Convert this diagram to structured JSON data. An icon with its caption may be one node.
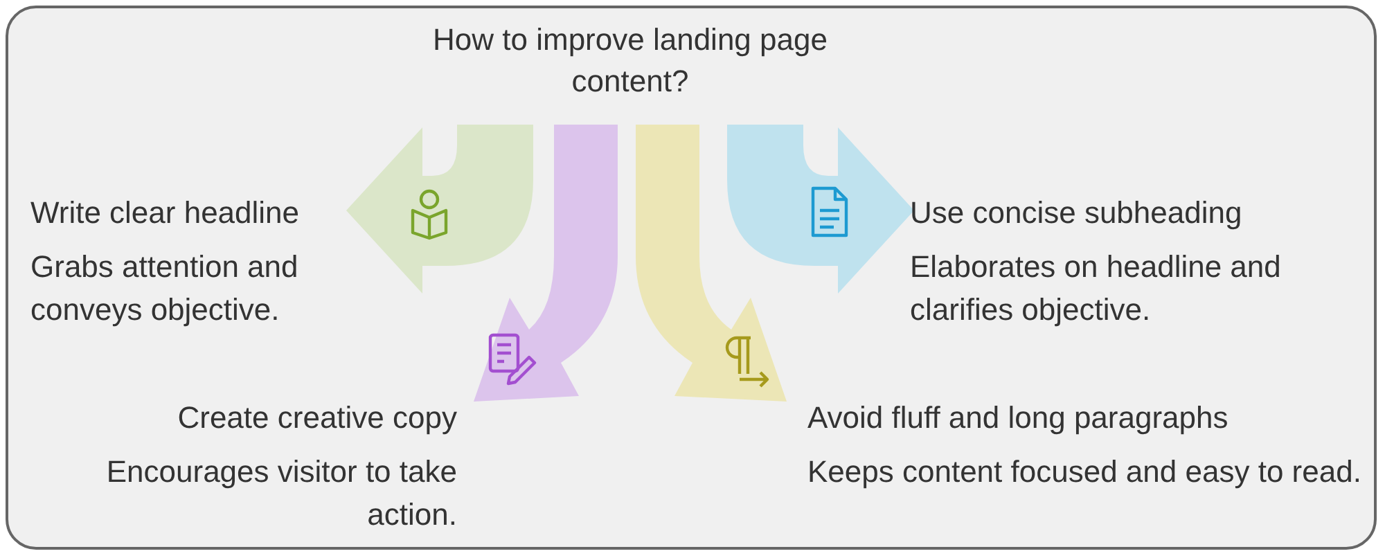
{
  "diagram": {
    "title": "How to improve landing page content?",
    "nodes": [
      {
        "text": [
          "Write clear headline",
          "Grabs attention and conveys objective."
        ]
      },
      {
        "text": [
          "Create creative copy",
          "Encourages visitor to take action."
        ]
      },
      {
        "text": [
          "Use concise subheading",
          "Elaborates on headline and clarifies objective."
        ]
      },
      {
        "text": [
          "Avoid fluff and long paragraphs",
          "Keeps content focused and easy to read."
        ]
      }
    ]
  }
}
